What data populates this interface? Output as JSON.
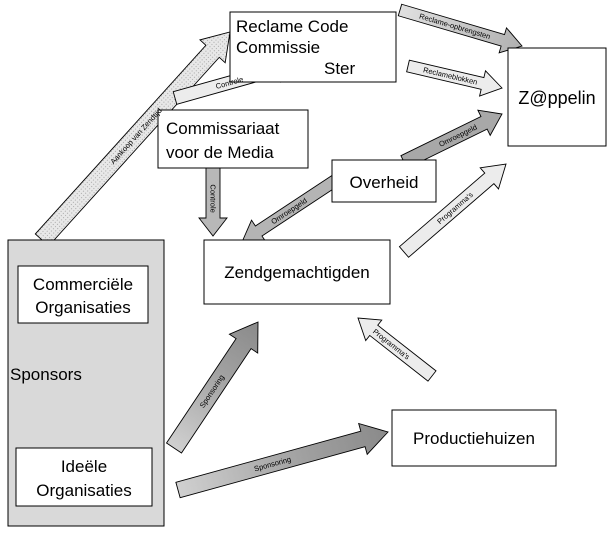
{
  "nodes": {
    "reclame_code_commissie": {
      "lines": [
        "Reclame Code",
        "Commissie",
        "Ster"
      ]
    },
    "zappelin": {
      "lines": [
        "Z@ppelin"
      ]
    },
    "commissariaat": {
      "lines": [
        "Commissariaat",
        "voor de Media"
      ]
    },
    "overheid": {
      "lines": [
        "Overheid"
      ]
    },
    "zendgemachtigden": {
      "lines": [
        "Zendgemachtigden"
      ]
    },
    "sponsors": {
      "label": "Sponsors"
    },
    "commerciele": {
      "lines": [
        "Commerciële",
        "Organisaties"
      ]
    },
    "ideele": {
      "lines": [
        "Ideële",
        "Organisaties"
      ]
    },
    "productiehuizen": {
      "lines": [
        "Productiehuizen"
      ]
    }
  },
  "arrows": {
    "aankoop_zendtijd": "Aankoop van Zendtijd",
    "controle_rcc": "Controle",
    "controle_zend": "Controle",
    "reclame_opbrengsten": "Reclame-opbrengsten",
    "reclameblokken": "Reclameblokken",
    "omroepgeld_zappelin": "Omroepgeld",
    "omroepgeld_zend": "Omroepgeld",
    "programmas_zappelin": "Programma's",
    "programmas_productie": "Programma's",
    "sponsoring_zend": "Sponsoring",
    "sponsoring_productie": "Sponsoring"
  },
  "colors": {
    "light_fill": "#e6e6e6",
    "mid_fill": "#b4b4b4",
    "sponsors_fill": "#d9d9d9",
    "box_fill": "#ffffff",
    "stroke": "#000000"
  }
}
